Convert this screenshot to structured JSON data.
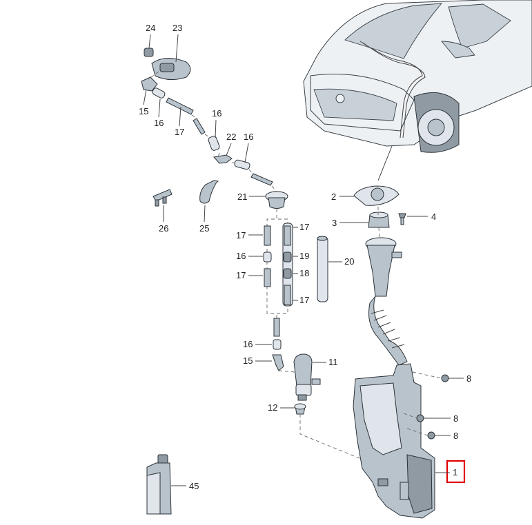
{
  "labels": {
    "l24": "24",
    "l23": "23",
    "l15a": "15",
    "l16a": "16",
    "l17a": "17",
    "l16b": "16",
    "l22": "22",
    "l16c": "16",
    "l21": "21",
    "l26": "26",
    "l25": "25",
    "l2": "2",
    "l3": "3",
    "l4": "4",
    "l17b": "17",
    "l17c": "17",
    "l16d": "16",
    "l19": "19",
    "l20": "20",
    "l17d": "17",
    "l18": "18",
    "l17e": "17",
    "l16e": "16",
    "l15b": "15",
    "l11": "11",
    "l8a": "8",
    "l12": "12",
    "l8b": "8",
    "l8c": "8",
    "l1": "1",
    "l45": "45"
  },
  "highlight": {
    "label_key": "l1",
    "color": "#e00000"
  }
}
